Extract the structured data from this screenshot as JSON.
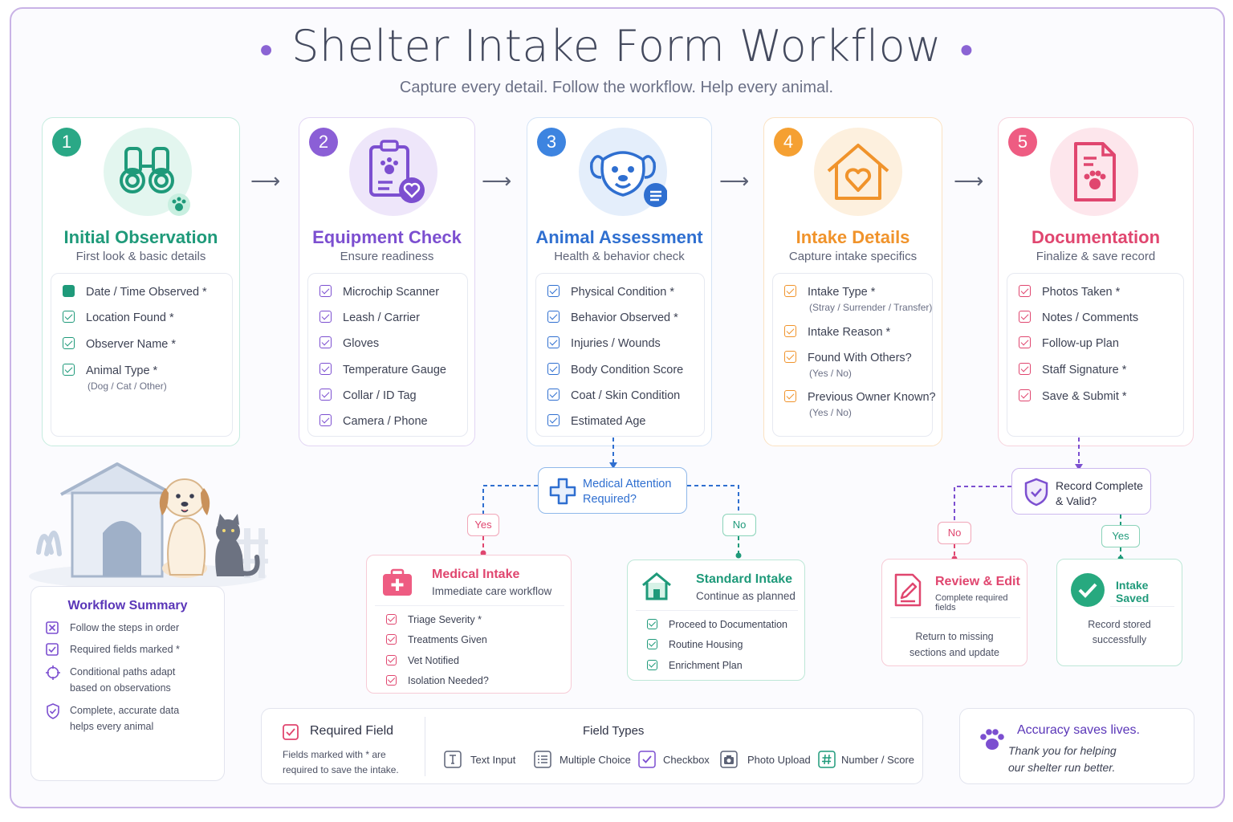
{
  "header": {
    "title": "Shelter Intake Form Workflow",
    "subtitle": "Capture every detail. Follow the workflow. Help every animal."
  },
  "colors": {
    "green": "#1f9a7a",
    "purple": "#7c4fd0",
    "blue": "#2f6fd0",
    "orange": "#f0932b",
    "pink": "#e0466f",
    "brand": "#5a36b8"
  },
  "steps": [
    {
      "number": "1",
      "title": "Initial Observation",
      "subtitle": "First look & basic details",
      "icon": "binoculars-icon",
      "items": [
        {
          "label": "Date / Time Observed *"
        },
        {
          "label": "Location Found *"
        },
        {
          "label": "Observer Name *"
        },
        {
          "label": "Animal Type *",
          "note": "(Dog / Cat / Other)"
        }
      ]
    },
    {
      "number": "2",
      "title": "Equipment Check",
      "subtitle": "Ensure readiness",
      "icon": "clipboard-icon",
      "items": [
        {
          "label": "Microchip Scanner"
        },
        {
          "label": "Leash / Carrier"
        },
        {
          "label": "Gloves"
        },
        {
          "label": "Temperature Gauge"
        },
        {
          "label": "Collar / ID Tag"
        },
        {
          "label": "Camera / Phone"
        }
      ]
    },
    {
      "number": "3",
      "title": "Animal Assessment",
      "subtitle": "Health & behavior check",
      "icon": "dog-face-icon",
      "items": [
        {
          "label": "Physical Condition *"
        },
        {
          "label": "Behavior Observed *"
        },
        {
          "label": "Injuries / Wounds"
        },
        {
          "label": "Body Condition Score"
        },
        {
          "label": "Coat / Skin Condition"
        },
        {
          "label": "Estimated Age"
        }
      ]
    },
    {
      "number": "4",
      "title": "Intake Details",
      "subtitle": "Capture intake specifics",
      "icon": "house-heart-icon",
      "items": [
        {
          "label": "Intake Type *",
          "note": "(Stray / Surrender / Transfer)"
        },
        {
          "label": "Intake Reason *"
        },
        {
          "label": "Found With Others?",
          "note": "(Yes / No)"
        },
        {
          "label": "Previous Owner Known?",
          "note": "(Yes / No)"
        }
      ]
    },
    {
      "number": "5",
      "title": "Documentation",
      "subtitle": "Finalize & save record",
      "icon": "document-paw-icon",
      "items": [
        {
          "label": "Photos Taken *"
        },
        {
          "label": "Notes / Comments"
        },
        {
          "label": "Follow-up Plan"
        },
        {
          "label": "Staff Signature *"
        },
        {
          "label": "Save & Submit *"
        }
      ]
    }
  ],
  "medical_decision": {
    "line1": "Medical Attention",
    "line2": "Required?",
    "yes": "Yes",
    "no": "No"
  },
  "medical_intake": {
    "title": "Medical Intake",
    "subtitle": "Immediate care workflow",
    "items": [
      "Triage Severity *",
      "Treatments Given",
      "Vet Notified",
      "Isolation Needed?"
    ]
  },
  "standard_intake": {
    "title": "Standard Intake",
    "subtitle": "Continue as planned",
    "items": [
      "Proceed to Documentation",
      "Routine Housing",
      "Enrichment Plan"
    ]
  },
  "record_decision": {
    "line1": "Record Complete",
    "line2": "& Valid?",
    "yes": "Yes",
    "no": "No"
  },
  "review_edit": {
    "title": "Review & Edit",
    "subtitle": "Complete required fields",
    "line1": "Return to missing",
    "line2": "sections and update"
  },
  "intake_saved": {
    "title": "Intake Saved",
    "line1": "Record stored",
    "line2": "successfully"
  },
  "summary": {
    "title": "Workflow Summary",
    "items": [
      {
        "text": "Follow the steps in order"
      },
      {
        "text": "Required fields marked *"
      },
      {
        "text": "Conditional paths adapt",
        "text2": "based on observations"
      },
      {
        "text": "Complete, accurate data",
        "text2": "helps every animal"
      }
    ]
  },
  "legend": {
    "required_title": "Required Field",
    "required_line1": "Fields marked with * are",
    "required_line2": "required to save the intake.",
    "types_title": "Field Types",
    "types": [
      "Text Input",
      "Multiple Choice",
      "Checkbox",
      "Photo Upload",
      "Number / Score"
    ]
  },
  "quote": {
    "title": "Accuracy saves lives.",
    "line1": "Thank you for helping",
    "line2": "our shelter run better."
  }
}
